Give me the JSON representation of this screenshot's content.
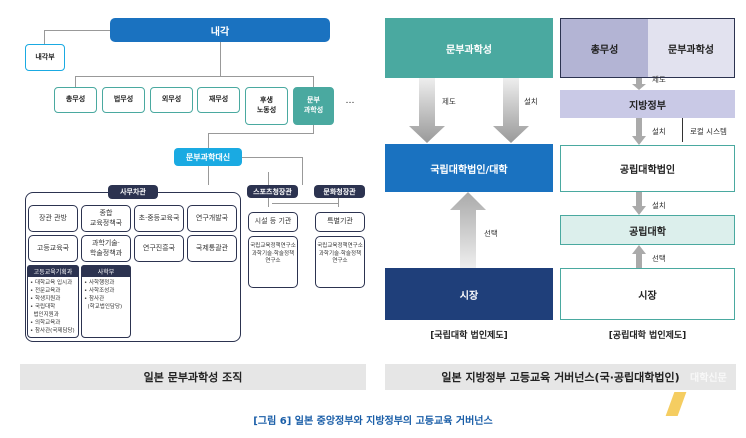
{
  "left": {
    "cabinet": "내각",
    "cabinet_office": "내각부",
    "ministries": [
      "총무성",
      "법무성",
      "외무성",
      "재무성",
      "후생\n노동성",
      "문부\n과학성"
    ],
    "ellipsis": "…",
    "minister": "문부과학대신",
    "vice_minister": "사무차관",
    "bureaus": [
      "장관 관방",
      "종합\n교육정책국",
      "초·중등교육국",
      "연구개발국",
      "고등교육국",
      "과학기술·\n학술정책과",
      "연구진흥국",
      "국제통괄관"
    ],
    "higher_ed_planning": {
      "title": "고등교육기획과",
      "items": [
        "• 대학교육 입시과",
        "• 전문교육과",
        "• 학생지원과",
        "• 국립대학\n  법인지원과",
        "• 의학교육과",
        "• 참사관(국제담당)"
      ]
    },
    "private_dept": {
      "title": "사학부",
      "items": [
        "• 사학행정과",
        "• 사학조성과",
        "• 참사관\n  (학교법인담당)"
      ]
    },
    "sports_agency": "스포츠청장관",
    "culture_agency": "문화청장관",
    "facilities": "시설 등 기관",
    "special": "특별기관",
    "facilities_items": "국립교육정책연구소\n과학기술·학술정책\n연구소",
    "special_items": "국립교육정책연구소\n과학기술·학술정책\n연구소",
    "caption": "일본 문부과학성 조직"
  },
  "right": {
    "mext": "문부과학성",
    "mic": "총무성",
    "mext2": "문부과학성",
    "national_univ": "국립대학법인/대학",
    "market": "시장",
    "label_control": "제도",
    "label_establish": "설치",
    "label_choice": "선택",
    "national_caption": "[국립대학 법인제도]",
    "local_gov": "지방정부",
    "label_control2": "제도",
    "label_establish2": "설치",
    "label_local_system": "로컬 시스템",
    "public_corp": "공립대학법인",
    "label_establish3": "설치",
    "public_univ": "공립대학",
    "label_choice2": "선택",
    "market2": "시장",
    "public_caption": "[공립대학 법인제도]",
    "caption": "일본 지방정부 고등교육 거버넌스(국·공립대학법인)",
    "watermark": "대학신문"
  },
  "figure_caption": "[그림 6] 일본 중앙정부와 지방정부의 고등교육 거버넌스",
  "colors": {
    "blue": "#1a72c0",
    "teal": "#4aa9a0",
    "navy": "#2c3350",
    "light_blue": "#1aaae2",
    "caption_blue": "#1a5ea8"
  }
}
